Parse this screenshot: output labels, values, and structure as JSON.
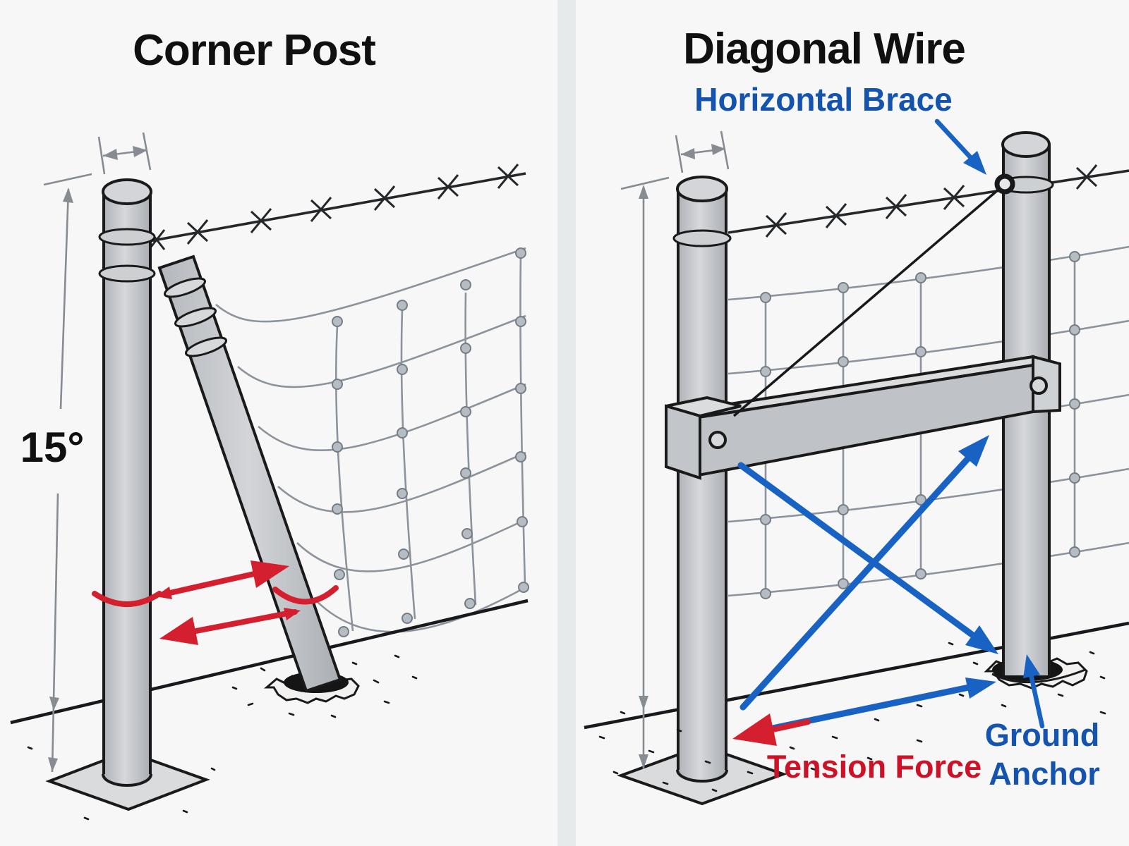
{
  "left": {
    "title": "Corner Post",
    "angle": "15°"
  },
  "right": {
    "title": "Diagonal Wire",
    "brace_label": "Horizontal Brace",
    "tension_label": "Tension Force",
    "anchor1": "Ground",
    "anchor2": "Anchor"
  },
  "colors": {
    "background": "#f7f7f7",
    "divider": "#e7eaea",
    "title_text": "#101010",
    "blue_text": "#1454ae",
    "blue_arrow": "#1862c4",
    "red_arrow": "#d31f2e",
    "red_text": "#cd1126",
    "post_gray": "#c0c3c7",
    "post_highlight": "#dadcde",
    "mesh_gray": "#8d939b",
    "outline": "#1a1a1a"
  }
}
